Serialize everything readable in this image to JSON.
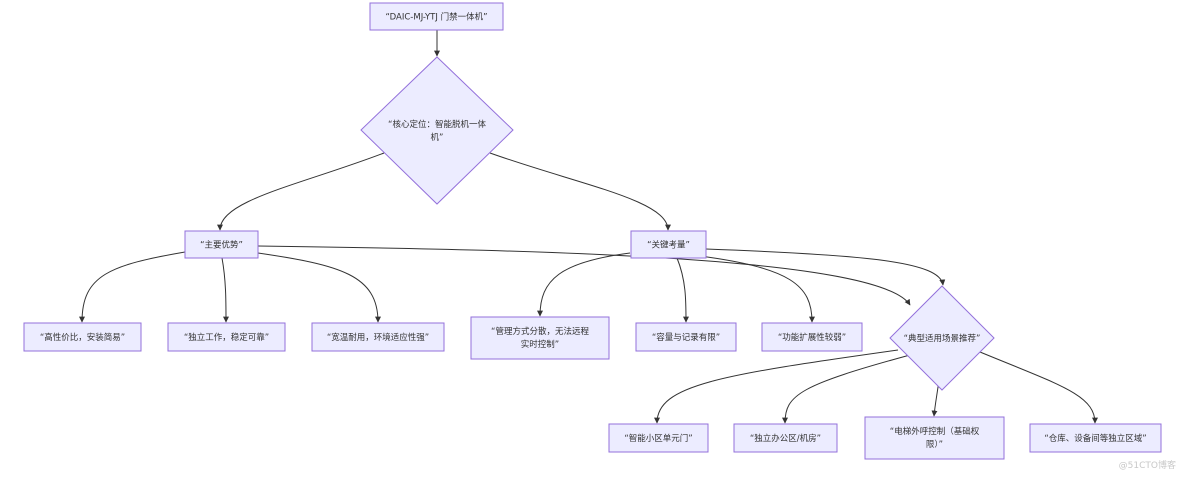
{
  "nodes": {
    "top": "“DAIC-MJ-YTJ 门禁一体机”",
    "core_line1": "“核心定位：智能脱机一体",
    "core_line2": "机”",
    "advantages": "“主要优势”",
    "considerations": "“关键考量”",
    "adv1": "“高性价比，安装简易”",
    "adv2": "“独立工作，稳定可靠”",
    "adv3": "“宽温耐用，环境适应性强”",
    "con1_line1": "“管理方式分散，无法远程",
    "con1_line2": "实时控制”",
    "con2": "“容量与记录有限”",
    "con3": "“功能扩展性较弱”",
    "scenarios": "“典型适用场景推荐”",
    "sc1": "“智能小区单元门”",
    "sc2": "“独立办公区/机房”",
    "sc3_line1": "“电梯外呼控制（基础权",
    "sc3_line2": "限）”",
    "sc4": "“仓库、设备间等独立区域”"
  },
  "watermark": "@51CTO博客"
}
